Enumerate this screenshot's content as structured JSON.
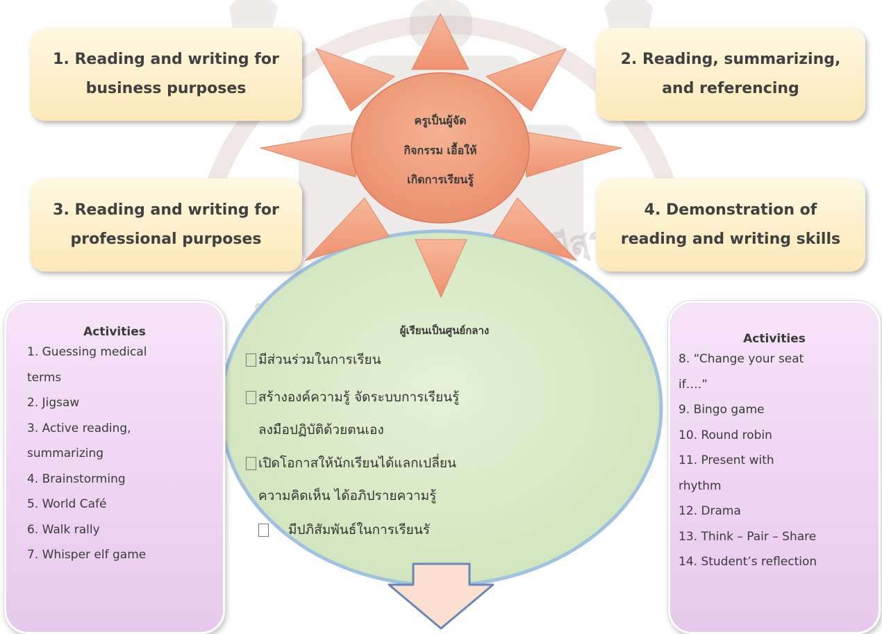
{
  "topics": [
    {
      "line1": "1. Reading and writing for",
      "line2": "business purposes"
    },
    {
      "line1": "2. Reading, summarizing,",
      "line2": "and referencing"
    },
    {
      "line1": "3. Reading and writing for",
      "line2": "professional purposes"
    },
    {
      "line1": "4. Demonstration of",
      "line2": "reading and writing skills"
    }
  ],
  "teacher": {
    "line1": "ครูเป็นผู้จัด",
    "line2": "กิจกรรม เอื้อให้",
    "line3": "เกิดการเรียนรู้"
  },
  "learner": {
    "title": "ผู้เรียนเป็นศูนย์กลาง",
    "line1": "มีส่วนร่วมในการเรียน",
    "line2a": "สร้างองค์ความรู้ จัดระบบการเรียนรู้",
    "line2b": "ลงมือปฏิบัติด้วยตนเอง",
    "line3a": "เปิดโอกาสให้นักเรียนได้แลกเปลี่ยน",
    "line3b": "ความคิดเห็น ได้อภิปรายความรู้",
    "line4": "มีปภิสัมพันธ์ในการเรียนรั"
  },
  "activities_left": {
    "title": "Activities",
    "items": [
      "1. Guessing medical",
      "terms",
      "2. Jigsaw",
      "3. Active reading,",
      "summarizing",
      "4. Brainstorming",
      "5. World Café",
      "6. Walk rally",
      "7. Whisper elf game"
    ]
  },
  "activities_right": {
    "title": "Activities",
    "items": [
      "8. “Change your  seat",
      "if….”",
      "9. Bingo game",
      "10. Round robin",
      "11. Present with",
      "rhythm",
      "12. Drama",
      "13. Think – Pair – Share",
      "14. Student’s reflection"
    ]
  },
  "watermark": {
    "text": "มหาวิทยาลัยเทคโนโลยีสุรนารี"
  },
  "colors": {
    "sun_ray": "#f4aa86",
    "sun_center": "#ef9f7c",
    "learner_ellipse": "#dbecc9",
    "topic_box": "#fde9bb",
    "activity_box": "#edd2f0",
    "arrow": "#fbe0d0",
    "arrow_stroke": "#6a86b8"
  }
}
